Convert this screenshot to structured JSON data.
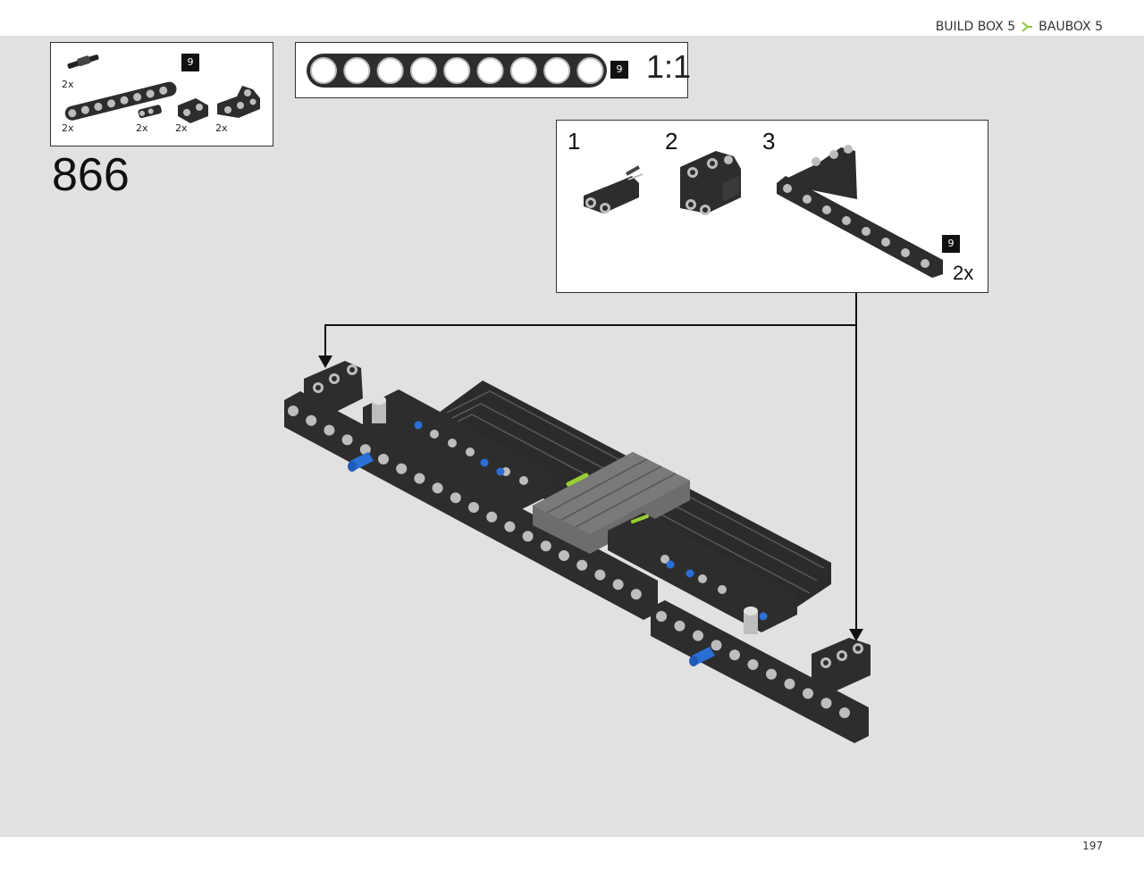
{
  "header": {
    "build_box_en": "BUILD BOX 5",
    "build_box_de": "BAUBOX 5",
    "accent_color": "#8dc63f"
  },
  "page_number": "197",
  "step": {
    "number": "866"
  },
  "parts_list": [
    {
      "part": "axle-pin",
      "qty": "2x"
    },
    {
      "part": "beam-9",
      "qty": "2x",
      "length": "9"
    },
    {
      "part": "pin-connector",
      "qty": "2x"
    },
    {
      "part": "cross-block",
      "qty": "2x"
    },
    {
      "part": "double-cross-block",
      "qty": "2x"
    }
  ],
  "ruler": {
    "holes": 9,
    "length_badge": "9",
    "scale": "1:1"
  },
  "sub_assembly": {
    "steps": [
      "1",
      "2",
      "3"
    ],
    "beam_length_badge": "9",
    "multiplier": "2x"
  },
  "colors": {
    "beam": "#2d2d2d",
    "highlight": "#bfbfbf",
    "pin_blue": "#2a6fd6",
    "axle_green": "#9acd32",
    "plate_gray": "#6d6d6d"
  }
}
